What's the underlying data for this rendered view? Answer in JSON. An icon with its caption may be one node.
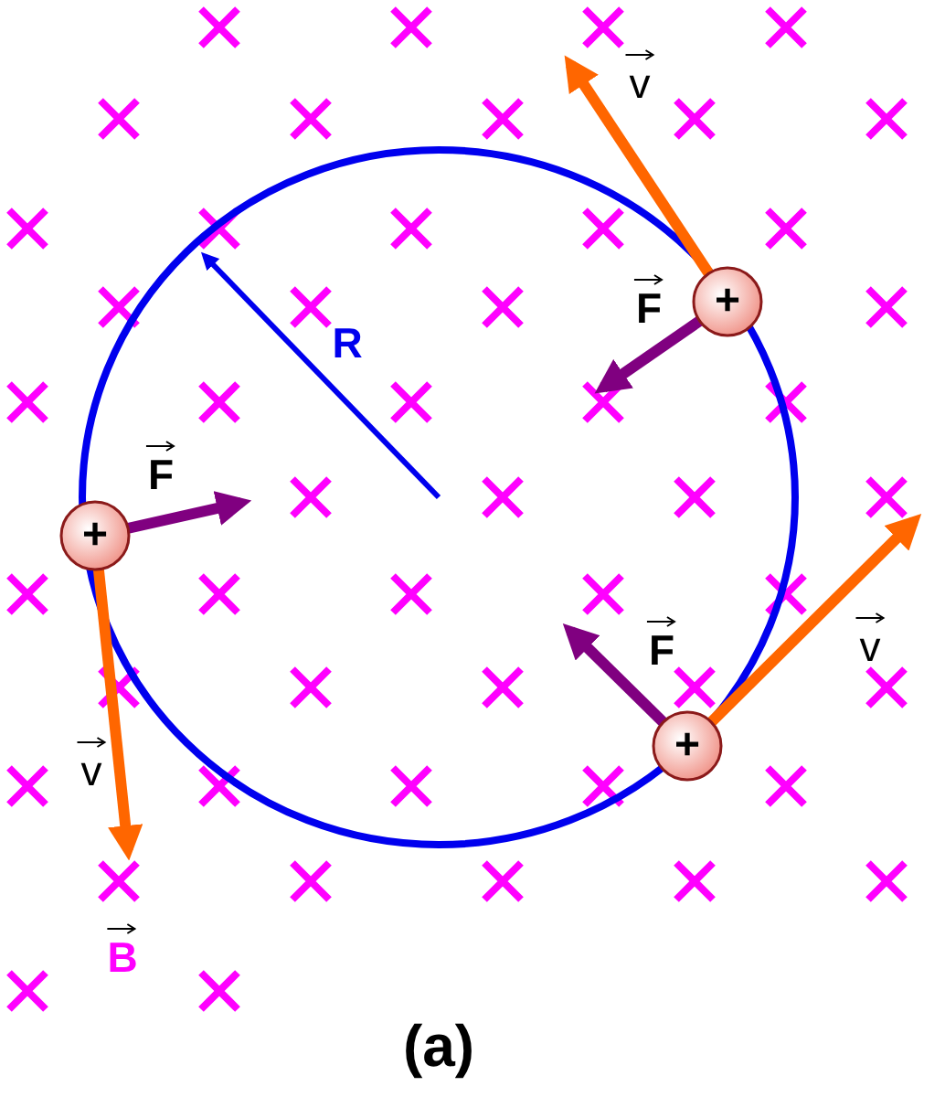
{
  "diagram": {
    "nodes": [
      {
        "text": [
          "+"
        ]
      },
      {
        "text": [
          "+"
        ]
      },
      {
        "text": [
          "+"
        ]
      }
    ],
    "labels": [
      "v",
      "F",
      "R",
      "F",
      "F",
      "v",
      "v",
      "B",
      "(a)"
    ]
  }
}
